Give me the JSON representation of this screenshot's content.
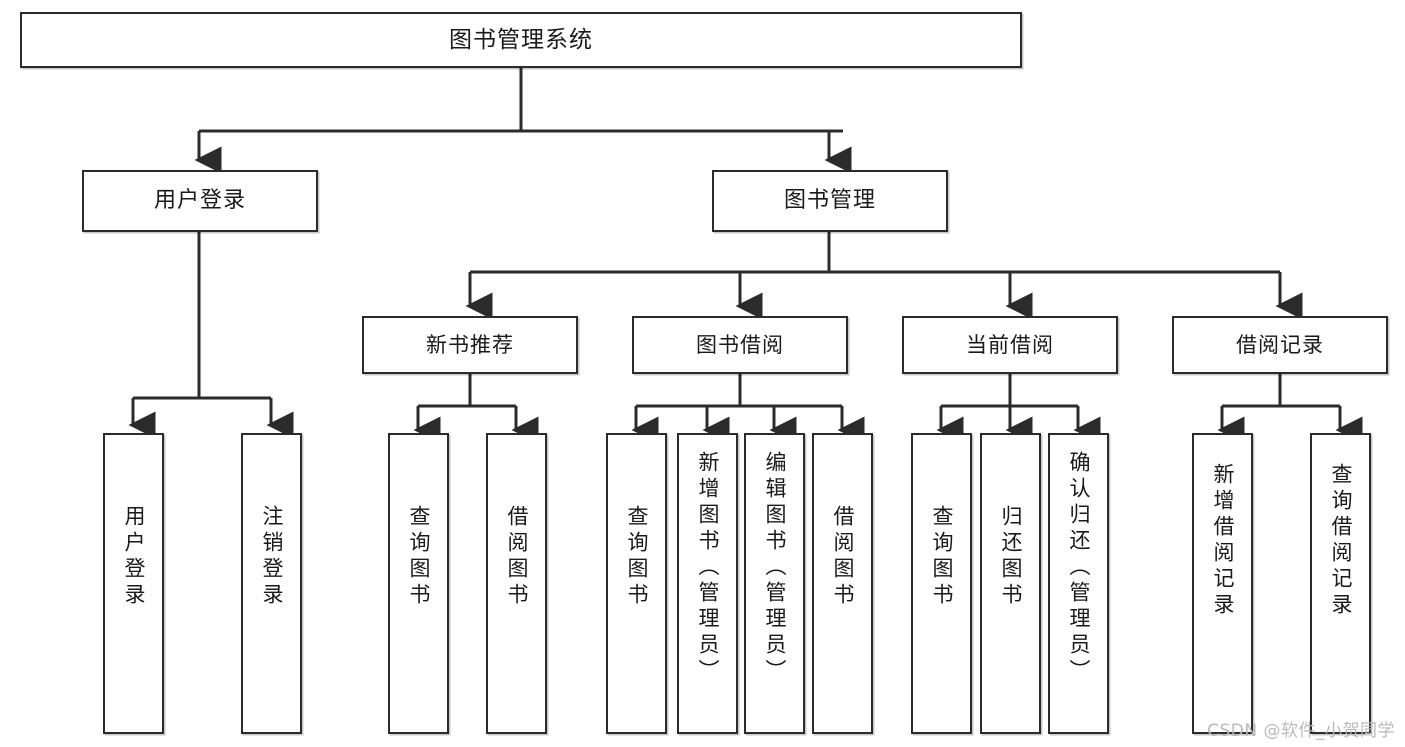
{
  "diagram": {
    "title": "图书管理系统",
    "type": "tree-hierarchy-chart",
    "root": {
      "id": "root",
      "label": "图书管理系统"
    },
    "level2": [
      {
        "id": "user-login",
        "label": "用户登录"
      },
      {
        "id": "book-manage",
        "label": "图书管理"
      }
    ],
    "level3": [
      {
        "id": "new-book-rec",
        "label": "新书推荐",
        "parent": "book-manage"
      },
      {
        "id": "book-borrow",
        "label": "图书借阅",
        "parent": "book-manage"
      },
      {
        "id": "current-borrow",
        "label": "当前借阅",
        "parent": "book-manage"
      },
      {
        "id": "borrow-record",
        "label": "借阅记录",
        "parent": "book-manage"
      }
    ],
    "leaves": [
      {
        "id": "leaf-user-login",
        "label": "用户登录",
        "parent": "user-login"
      },
      {
        "id": "leaf-logout",
        "label": "注销登录",
        "parent": "user-login"
      },
      {
        "id": "leaf-query-book-1",
        "label": "查询图书",
        "parent": "new-book-rec"
      },
      {
        "id": "leaf-borrow-book-1",
        "label": "借阅图书",
        "parent": "new-book-rec"
      },
      {
        "id": "leaf-query-book-2",
        "label": "查询图书",
        "parent": "book-borrow"
      },
      {
        "id": "leaf-add-book",
        "label": "新增图书（管理员）",
        "parent": "book-borrow"
      },
      {
        "id": "leaf-edit-book",
        "label": "编辑图书（管理员）",
        "parent": "book-borrow"
      },
      {
        "id": "leaf-borrow-book-2",
        "label": "借阅图书",
        "parent": "book-borrow"
      },
      {
        "id": "leaf-query-book-3",
        "label": "查询图书",
        "parent": "current-borrow"
      },
      {
        "id": "leaf-return-book",
        "label": "归还图书",
        "parent": "current-borrow"
      },
      {
        "id": "leaf-confirm-return",
        "label": "确认归还（管理员）",
        "parent": "current-borrow"
      },
      {
        "id": "leaf-add-record",
        "label": "新增借阅记录",
        "parent": "borrow-record"
      },
      {
        "id": "leaf-query-record",
        "label": "查询借阅记录",
        "parent": "borrow-record"
      }
    ],
    "colors": {
      "stroke": "#2b2b2b",
      "fill": "#ffffff",
      "text": "#1a1a1a",
      "watermark": "#b9b9b9"
    }
  },
  "watermark": {
    "text": "CSDN @软件_小贺同学"
  }
}
